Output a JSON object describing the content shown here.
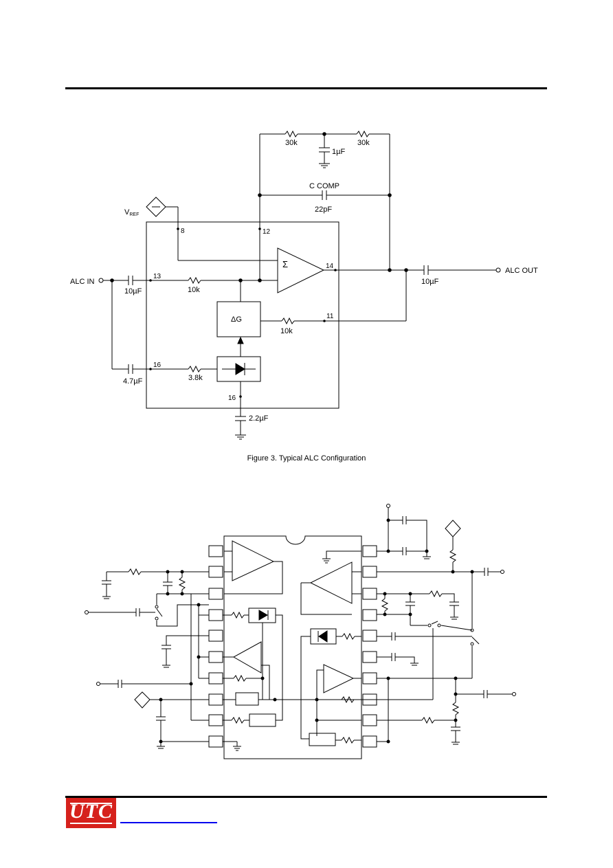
{
  "figure3": {
    "caption": "Figure 3. Typical ALC Configuration",
    "components": {
      "r_fb_left": "30k",
      "r_fb_right": "30k",
      "c_fb_mid": "1µF",
      "c_comp_label": "C COMP",
      "c_comp_value": "22pF",
      "c_in_top": "10µF",
      "r_in_top": "10k",
      "r_dg": "10k",
      "c_in_bottom": "4.7µF",
      "r_rect": "3.8k",
      "c_pin16": "2.2µF",
      "c_out": "10µF"
    },
    "vref": {
      "main": "V",
      "sub": "REF"
    },
    "pins": [
      "8",
      "12",
      "13",
      "14",
      "11",
      "16",
      "16"
    ],
    "blocks": {
      "summer": "Σ",
      "gain": "ΔG"
    },
    "io": {
      "input": "ALC IN",
      "output": "ALC OUT"
    }
  }
}
